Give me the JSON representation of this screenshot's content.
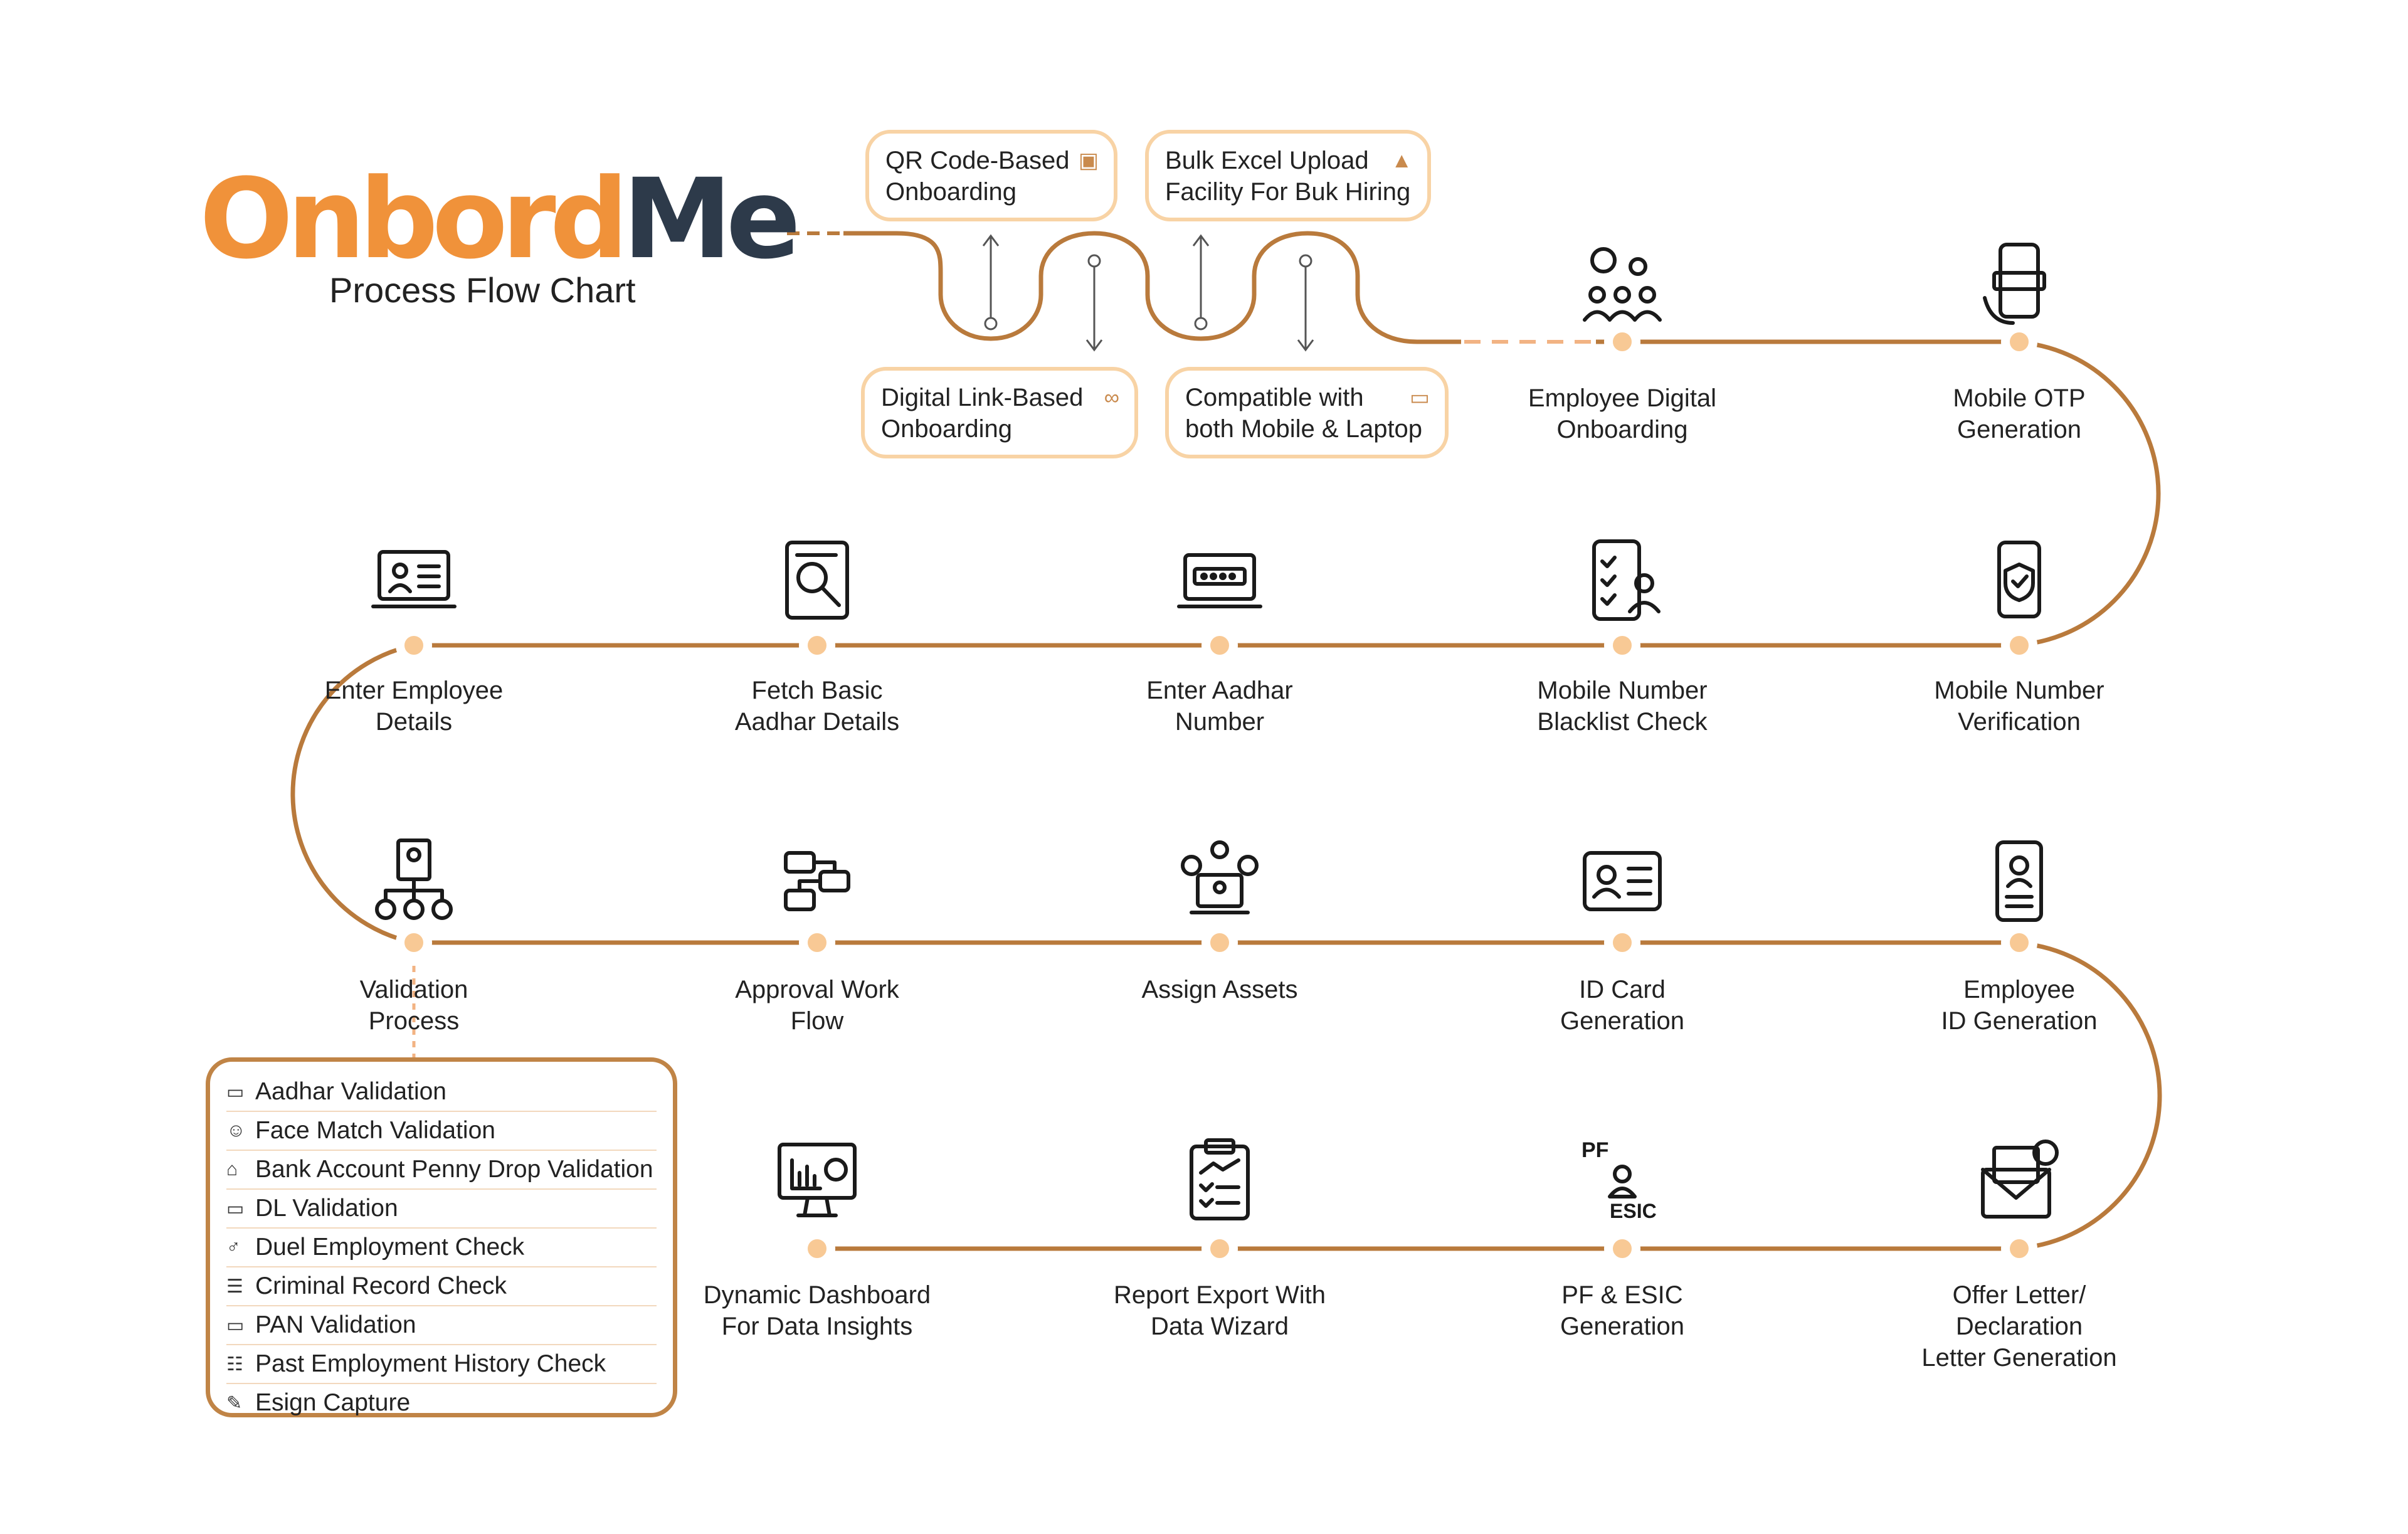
{
  "brand": {
    "logo_text_1": "Onbord",
    "logo_text_2": "Me",
    "subtitle": "Process Flow Chart"
  },
  "features": [
    {
      "label": "QR Code-Based Onboarding",
      "icon": "qr-scan-icon"
    },
    {
      "label": "Bulk Excel Upload Facility For Buk Hiring",
      "icon": "upload-icon"
    },
    {
      "label": "Digital Link-Based Onboarding",
      "icon": "link-icon"
    },
    {
      "label": "Compatible with both Mobile & Laptop",
      "icon": "devices-icon"
    }
  ],
  "steps": [
    {
      "label": "Employee Digital Onboarding",
      "icon": "team-gear-icon"
    },
    {
      "label": "Mobile OTP Generation",
      "icon": "mobile-otp-icon"
    },
    {
      "label": "Mobile Number Verification",
      "icon": "mobile-shield-icon"
    },
    {
      "label": "Mobile Number Blacklist Check",
      "icon": "checklist-user-icon"
    },
    {
      "label": "Enter Aadhar Number",
      "icon": "password-laptop-icon"
    },
    {
      "label": "Fetch Basic Aadhar Details",
      "icon": "document-search-icon"
    },
    {
      "label": "Enter Employee Details",
      "icon": "laptop-profile-icon"
    },
    {
      "label": "Validation Process",
      "icon": "validation-tree-icon"
    },
    {
      "label": "Approval Work Flow",
      "icon": "workflow-icon"
    },
    {
      "label": "Assign Assets",
      "icon": "assets-laptop-icon"
    },
    {
      "label": "ID Card Generation",
      "icon": "id-card-icon"
    },
    {
      "label": "Employee ID Generation",
      "icon": "employee-badge-icon"
    },
    {
      "label": "Offer Letter/ Declaration Letter Generation",
      "icon": "offer-envelope-icon"
    },
    {
      "label": "PF & ESIC Generation",
      "icon": "pf-esic-icon"
    },
    {
      "label": "Report Export With Data Wizard",
      "icon": "clipboard-report-icon"
    },
    {
      "label": "Dynamic Dashboard For Data Insights",
      "icon": "dashboard-monitor-icon"
    }
  ],
  "validation_items": [
    {
      "label": "Aadhar Validation",
      "icon": "aadhar-card-icon"
    },
    {
      "label": "Face Match Validation",
      "icon": "face-scan-icon"
    },
    {
      "label": "Bank Account Penny Drop Validation",
      "icon": "bank-icon"
    },
    {
      "label": "DL Validation",
      "icon": "license-card-icon"
    },
    {
      "label": "Duel Employment Check",
      "icon": "person-icon"
    },
    {
      "label": "Criminal Record Check",
      "icon": "record-icon"
    },
    {
      "label": "PAN Validation",
      "icon": "pan-card-icon"
    },
    {
      "label": "Past Employment History Check",
      "icon": "history-doc-icon"
    },
    {
      "label": "Esign Capture",
      "icon": "pen-icon"
    }
  ],
  "colors": {
    "path": "#b97a3c",
    "node": "#f8c995",
    "feature_border": "#f8d3a5",
    "brand_orange": "#f0923a",
    "brand_dark": "#2d3a4a"
  }
}
